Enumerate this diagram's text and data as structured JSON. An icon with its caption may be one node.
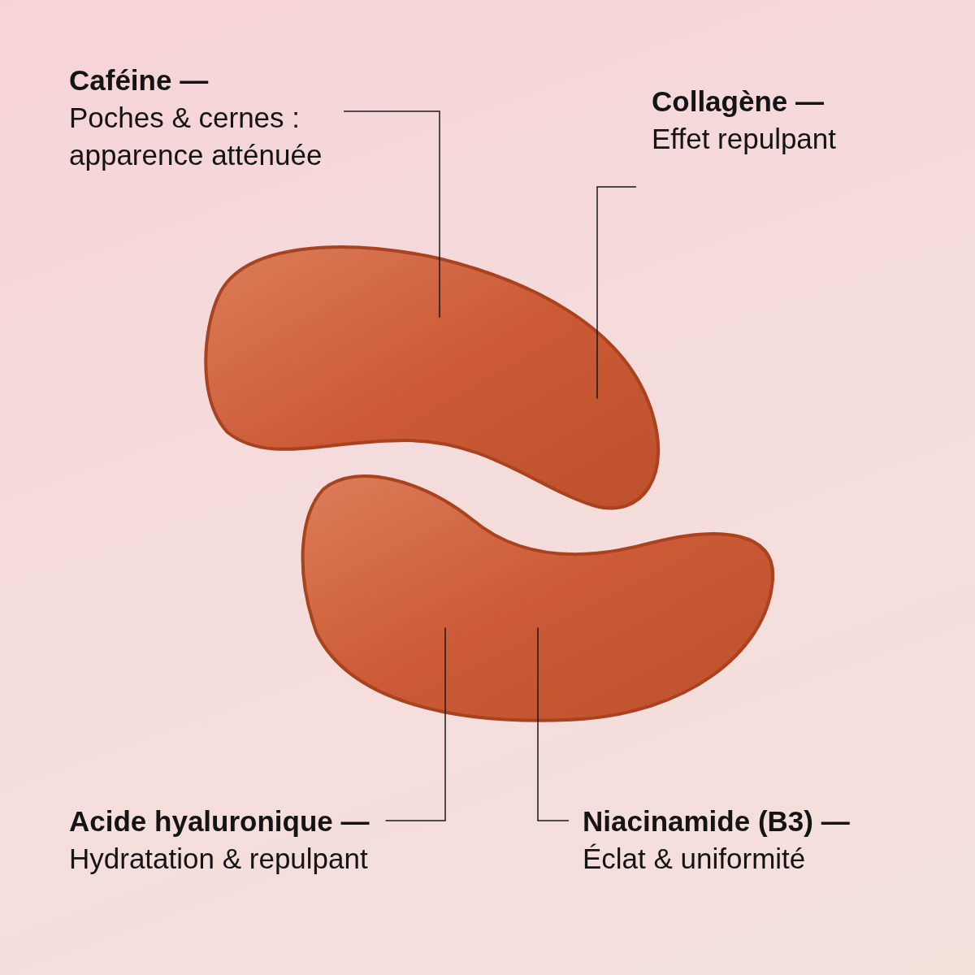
{
  "diagram": {
    "nodes": [
      {
        "text": [
          "Caféine —",
          "Poches & cernes : apparence atténuée"
        ]
      },
      {
        "text": [
          "Collagène —",
          "Effet repulpant"
        ]
      },
      {
        "text": [],
        "shape": "picture"
      },
      {
        "text": [],
        "shape": "picture"
      },
      {
        "text": [
          "Acide hyaluronique —",
          "Hydratation & repulpant"
        ]
      },
      {
        "text": [
          "Niacinamide (B3) —",
          "Éclat & uniformité"
        ]
      }
    ],
    "edges": [
      {
        "from": 0,
        "to": 2,
        "arrow": "none"
      },
      {
        "from": 1,
        "to": 2,
        "arrow": "none"
      },
      {
        "from": 4,
        "to": 3,
        "arrow": "none"
      },
      {
        "from": 5,
        "to": 3,
        "arrow": "none"
      }
    ]
  }
}
